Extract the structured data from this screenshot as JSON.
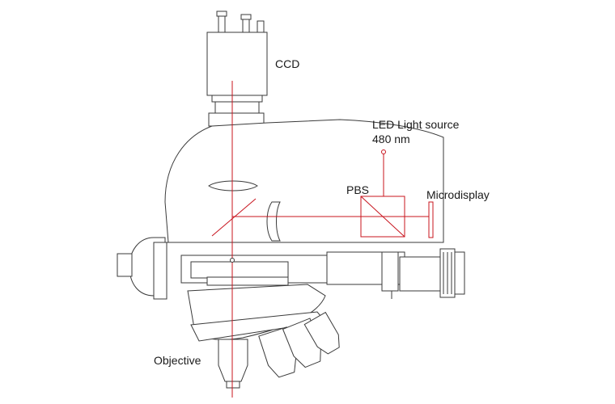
{
  "labels": {
    "ccd": "CCD",
    "led_line1": "LED Light source",
    "led_line2": "480 nm",
    "pbs": "PBS",
    "microdisplay": "Microdisplay",
    "objective": "Objective"
  },
  "colors": {
    "beam": "#c8141e",
    "outline": "#3a3a3a",
    "background": "#ffffff"
  }
}
